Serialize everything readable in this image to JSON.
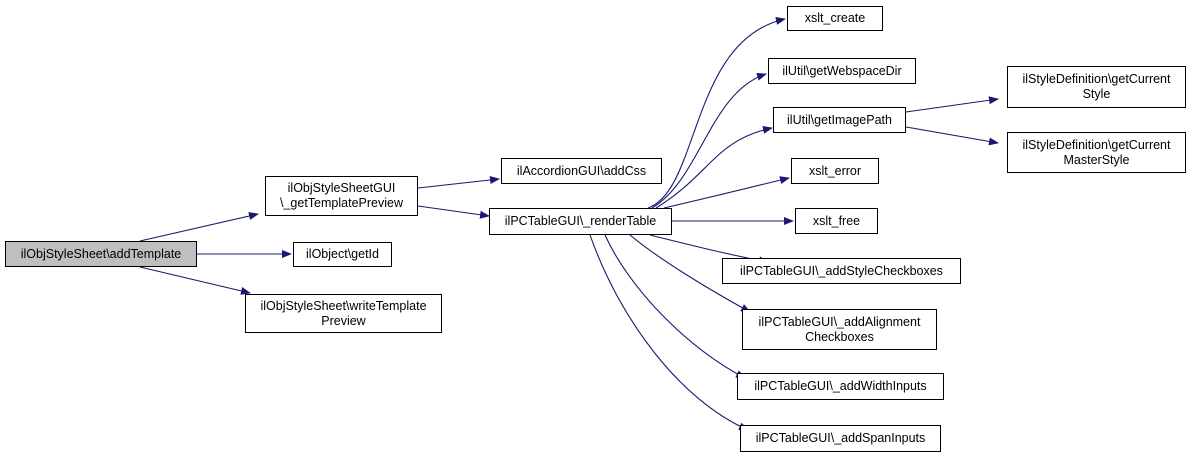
{
  "colors": {
    "edge": "#191970",
    "root_fill": "#bfbfbf",
    "node_fill": "#ffffff",
    "border": "#000000"
  },
  "nodes": {
    "root": "ilObjStyleSheet\\addTemplate",
    "getTemplatePreview": "ilObjStyleSheetGUI\n\\_getTemplatePreview",
    "getId": "ilObject\\getId",
    "writeTemplatePreview": "ilObjStyleSheet\\writeTemplate\nPreview",
    "addCss": "ilAccordionGUI\\addCss",
    "renderTable": "ilPCTableGUI\\_renderTable",
    "xslt_create": "xslt_create",
    "getWebspaceDir": "ilUtil\\getWebspaceDir",
    "getImagePath": "ilUtil\\getImagePath",
    "xslt_error": "xslt_error",
    "xslt_free": "xslt_free",
    "addStyleCheckboxes": "ilPCTableGUI\\_addStyleCheckboxes",
    "addAlignmentCheckboxes": "ilPCTableGUI\\_addAlignment\nCheckboxes",
    "addWidthInputs": "ilPCTableGUI\\_addWidthInputs",
    "addSpanInputs": "ilPCTableGUI\\_addSpanInputs",
    "getCurrentStyle": "ilStyleDefinition\\getCurrent\nStyle",
    "getCurrentMasterStyle": "ilStyleDefinition\\getCurrent\nMasterStyle"
  }
}
